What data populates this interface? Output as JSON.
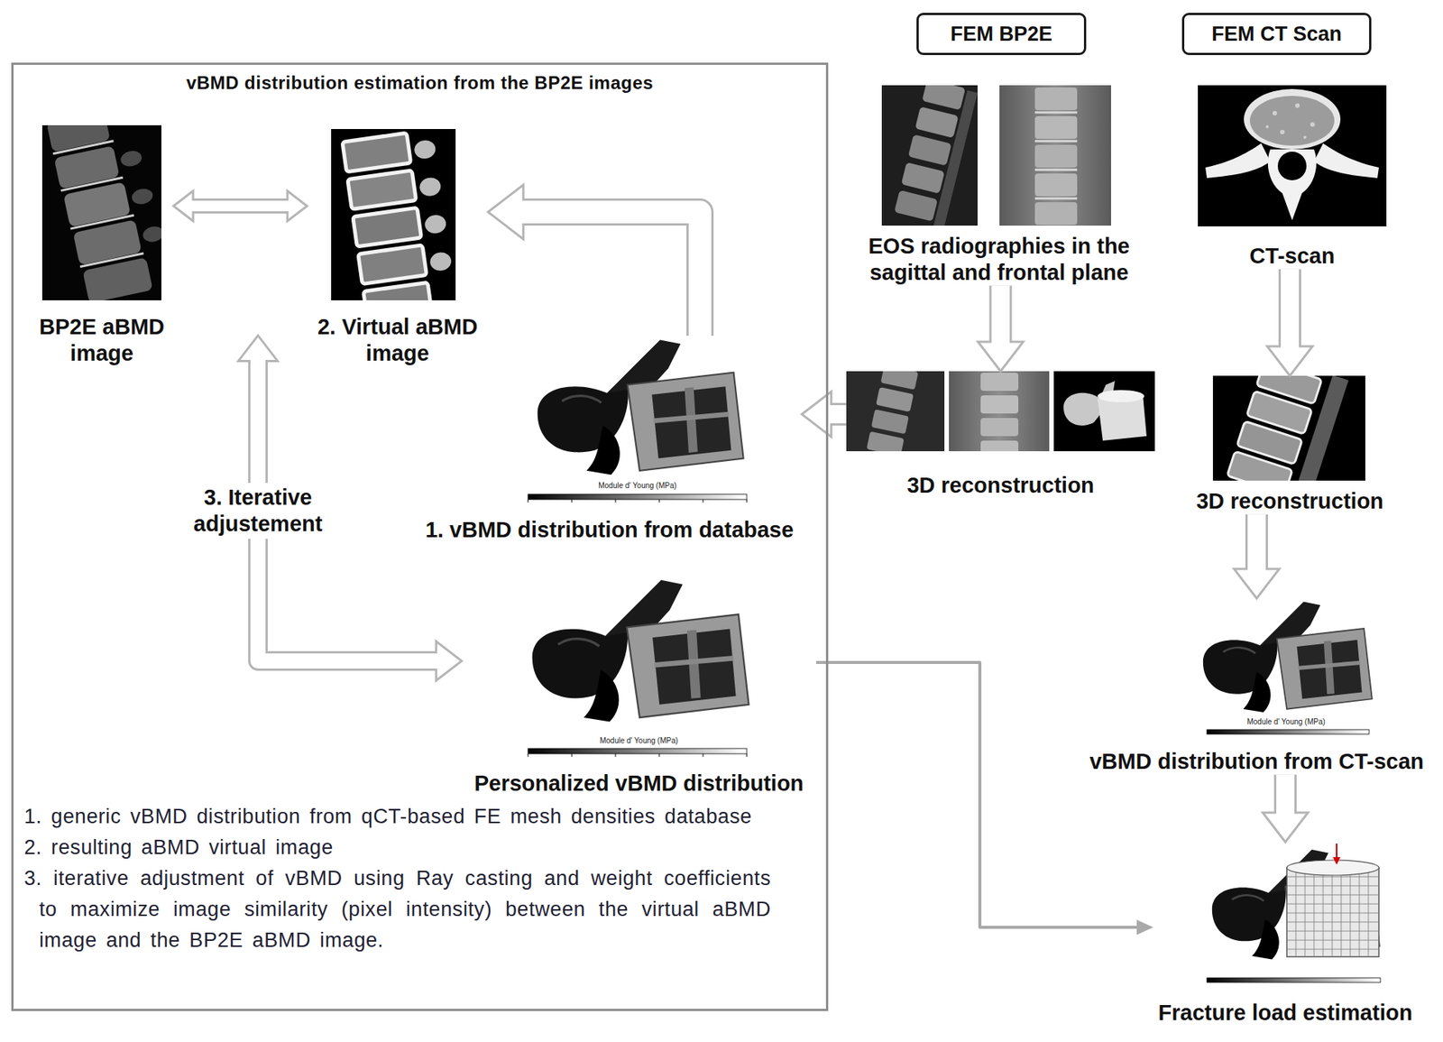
{
  "diagram": {
    "nodes": [
      {
        "text": [
          "vBMD distribution estimation from the BP2E images"
        ]
      },
      {
        "text": [
          "BP2E aBMD image"
        ],
        "in": 0
      },
      {
        "text": [
          "2. Virtual aBMD image"
        ],
        "in": 0
      },
      {
        "text": [
          "1. vBMD distribution from database"
        ],
        "in": 0
      },
      {
        "text": [
          "Personalized vBMD distribution"
        ],
        "in": 0
      },
      {
        "text": [
          "FEM BP2E"
        ]
      },
      {
        "text": [
          "EOS radiographies in the sagittal and frontal plane"
        ]
      },
      {
        "text": [
          "3D reconstruction"
        ]
      },
      {
        "text": [
          "FEM CT Scan"
        ]
      },
      {
        "text": [
          "CT-scan"
        ]
      },
      {
        "text": [
          "3D reconstruction"
        ]
      },
      {
        "text": [
          "vBMD distribution from CT-scan"
        ]
      },
      {
        "text": [
          "Fracture load estimation"
        ]
      }
    ],
    "edges": [
      {
        "from": 1,
        "to": 2,
        "arrow": "both"
      },
      {
        "from": 3,
        "to": 2,
        "arrow": "to"
      },
      {
        "from": 7,
        "to": 3,
        "arrow": "to"
      },
      {
        "from": 6,
        "to": 7,
        "arrow": "to"
      },
      {
        "from": 9,
        "to": 10,
        "arrow": "to"
      },
      {
        "from": 10,
        "to": 11,
        "arrow": "to"
      },
      {
        "from": 11,
        "to": 12,
        "arrow": "to"
      },
      {
        "from": 4,
        "to": 12,
        "arrow": "to"
      },
      {
        "from": 2,
        "to": 4,
        "arrow": "both",
        "label": "3. Iterative adjustement"
      }
    ],
    "labels": [
      "1. generic vBMD distribution from qCT-based FE mesh densities database",
      "2. resulting aBMD virtual image",
      "3. iterative adjustment of vBMD using Ray casting and weight coefficients to maximize image similarity (pixel intensity) between the virtual aBMD image and the BP2E aBMD image.",
      "Module d' Young (MPa)",
      "Module d' Young (MPa)",
      "Module d' Young (MPa)"
    ]
  }
}
